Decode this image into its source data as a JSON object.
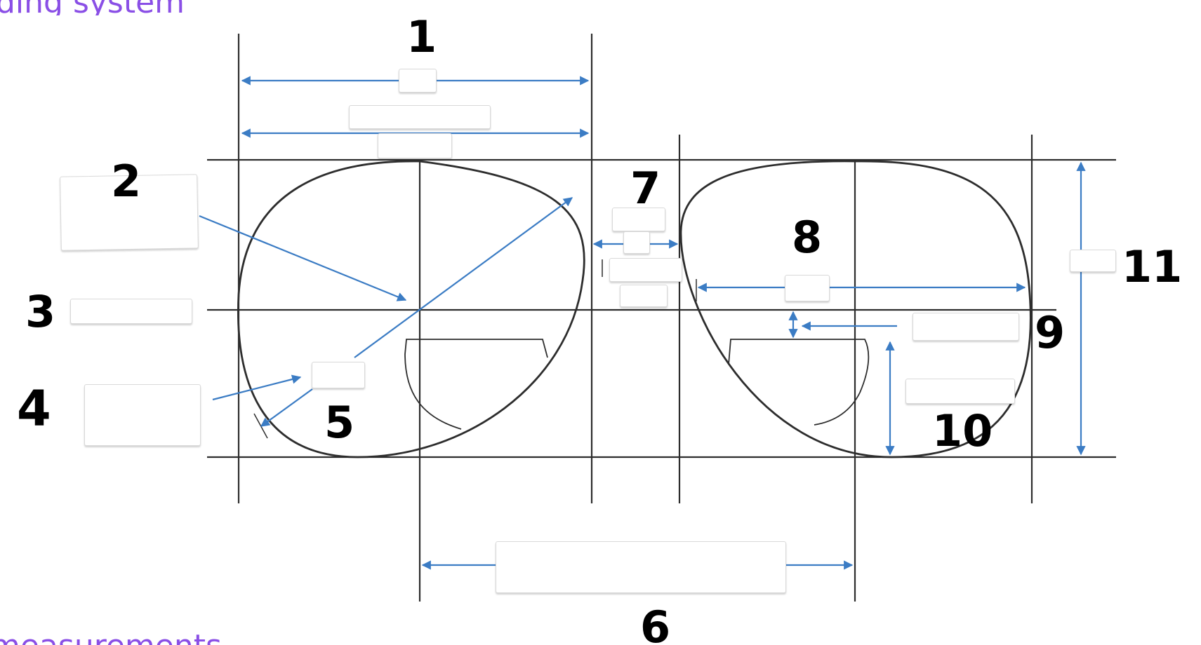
{
  "headings": {
    "top": "ding system",
    "bottom": "measurements"
  },
  "labels": {
    "n1": "1",
    "n2": "2",
    "n3": "3",
    "n4": "4",
    "n5": "5",
    "n6": "6",
    "n7": "7",
    "n8": "8",
    "n9": "9",
    "n10": "10",
    "n11": "11"
  },
  "colors": {
    "line": "#2d2d2d",
    "arrow": "#3b7cc4",
    "heading": "#8a4fe6",
    "label": "#000000"
  }
}
